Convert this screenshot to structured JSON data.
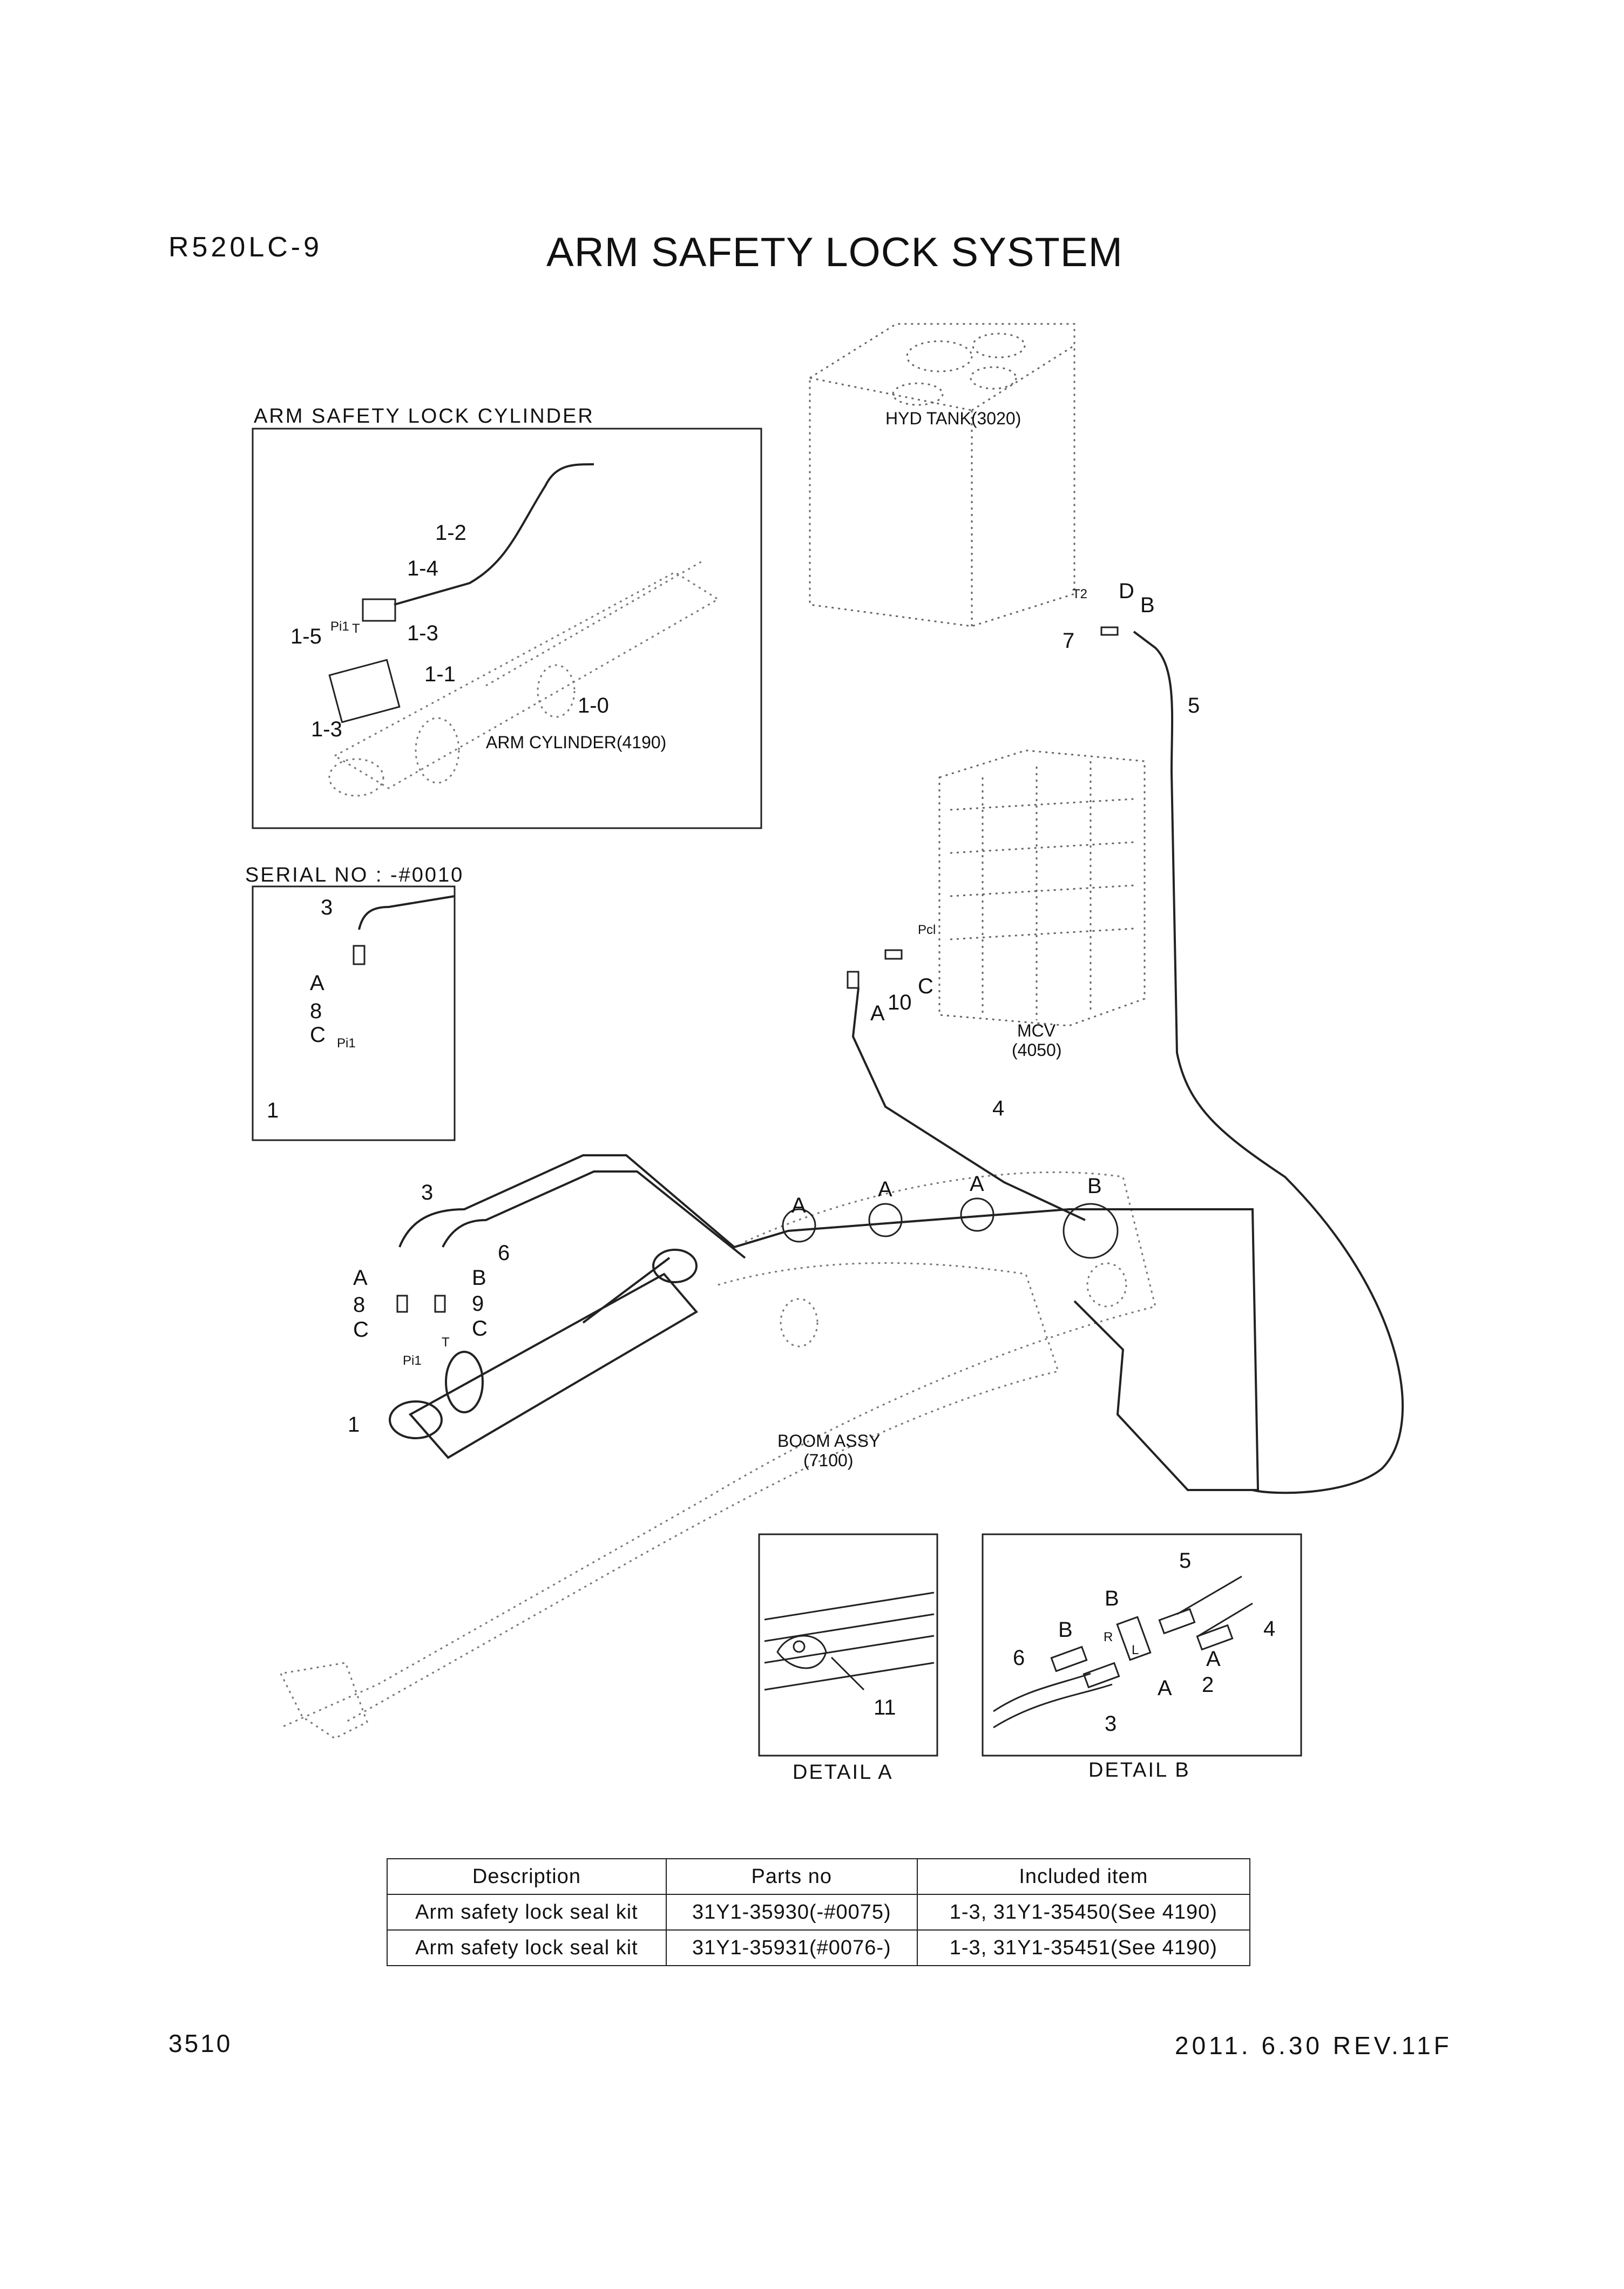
{
  "header": {
    "model": "R520LC-9",
    "title": "ARM SAFETY LOCK SYSTEM"
  },
  "sections": {
    "cylinder_box": "ARM SAFETY LOCK CYLINDER",
    "serial_box": "SERIAL NO : -#0010",
    "detail_a": "DETAIL  A",
    "detail_b": "DETAIL  B"
  },
  "assemblies": {
    "hyd_tank": "HYD TANK(3020)",
    "arm_cylinder": "ARM CYLINDER(4190)",
    "mcv": "MCV",
    "mcv_ref": "(4050)",
    "boom": "BOOM ASSY",
    "boom_ref": "(7100)"
  },
  "callouts": {
    "c1_0": "1-0",
    "c1_1": "1-1",
    "c1_2": "1-2",
    "c1_3a": "1-3",
    "c1_3b": "1-3",
    "c1_4": "1-4",
    "c1_5": "1-5",
    "pi1": "Pi1",
    "t": "T",
    "t2": "T2",
    "pcl": "Pcl",
    "c1": "1",
    "c2": "2",
    "c3": "3",
    "c4": "4",
    "c5": "5",
    "c6": "6",
    "c7": "7",
    "c8": "8",
    "c9": "9",
    "c10": "10",
    "c11": "11",
    "a": "A",
    "b": "B",
    "c": "C",
    "d": "D",
    "r": "R",
    "l": "L"
  },
  "parts_table": {
    "headers": [
      "Description",
      "Parts no",
      "Included item"
    ],
    "rows": [
      [
        "Arm safety lock seal kit",
        "31Y1-35930(-#0075)",
        "1-3, 31Y1-35450(See 4190)"
      ],
      [
        "Arm safety lock seal kit",
        "31Y1-35931(#0076-)",
        "1-3, 31Y1-35451(See 4190)"
      ]
    ]
  },
  "footer": {
    "page": "3510",
    "revision": "2011. 6.30  REV.11F"
  }
}
